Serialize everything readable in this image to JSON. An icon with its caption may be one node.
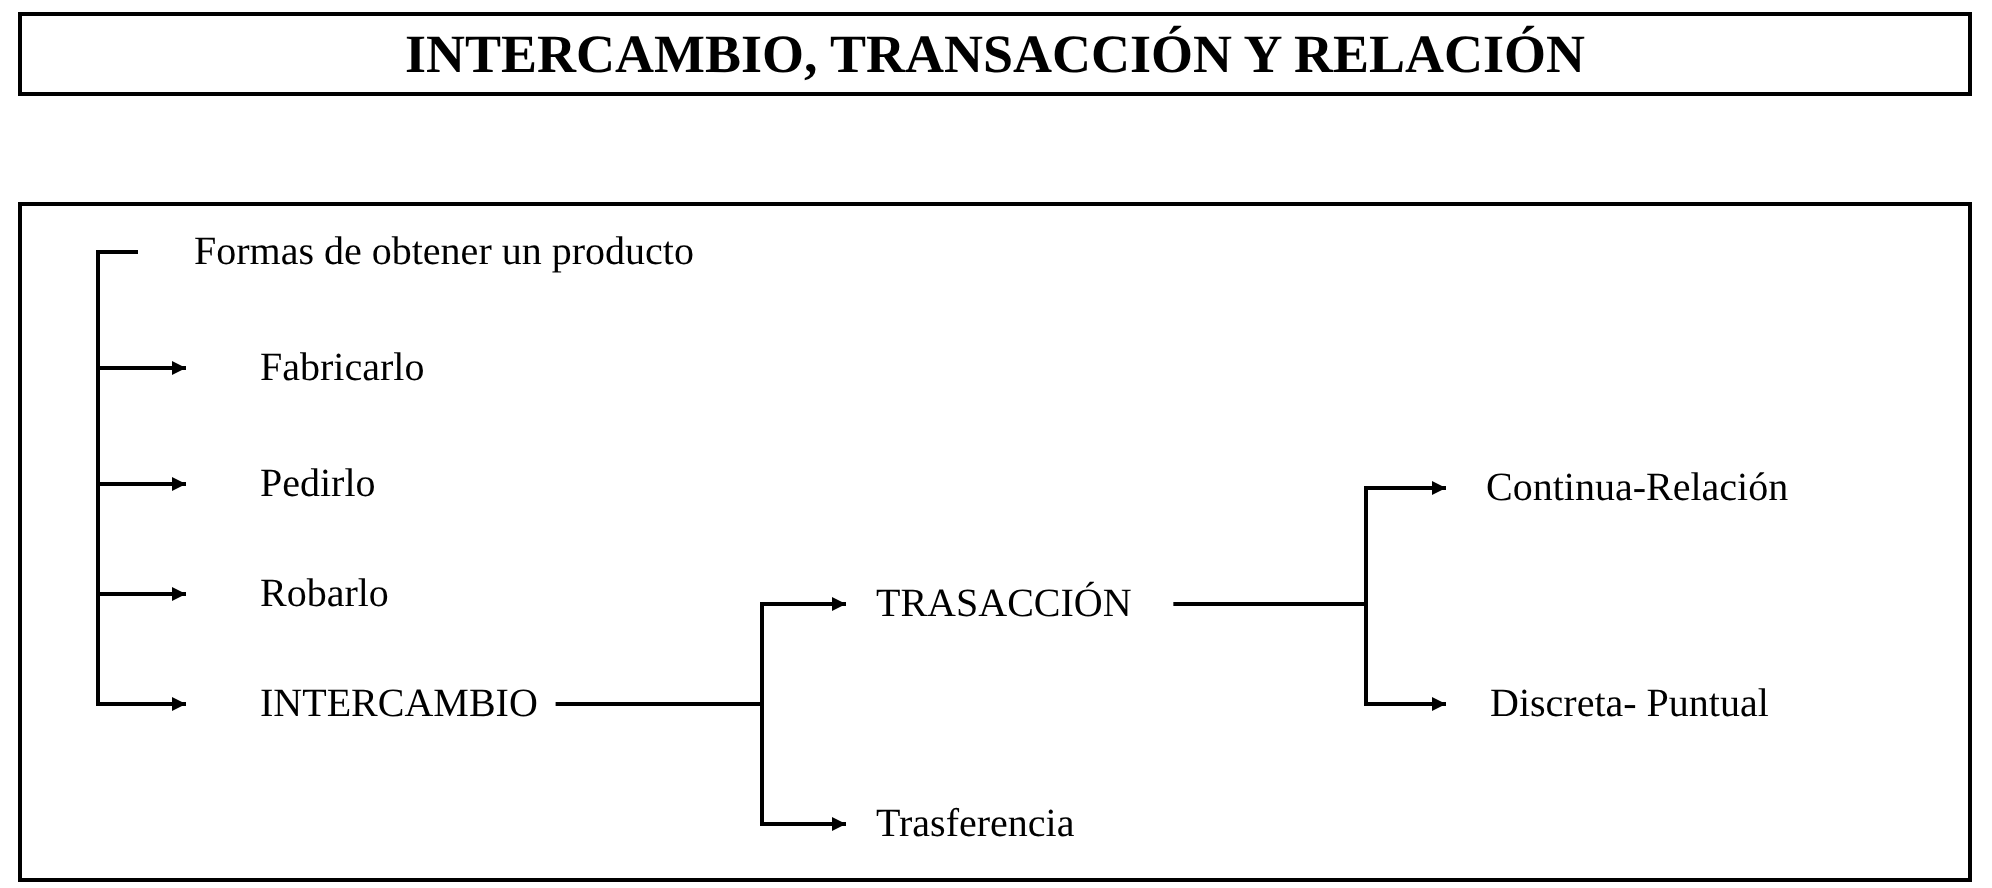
{
  "diagram": {
    "title": "INTERCAMBIO, TRANSACCIÓN Y RELACIÓN",
    "nodes": [
      {
        "text": [
          "Formas de obtener un producto"
        ]
      },
      {
        "text": [
          "Fabricarlo"
        ]
      },
      {
        "text": [
          "Pedirlo"
        ]
      },
      {
        "text": [
          "Robarlo"
        ]
      },
      {
        "text": [
          "INTERCAMBIO"
        ]
      },
      {
        "text": [
          "TRASACCIÓN"
        ]
      },
      {
        "text": [
          "Trasferencia"
        ]
      },
      {
        "text": [
          "Continua-Relación"
        ]
      },
      {
        "text": [
          "Discreta- Puntual"
        ]
      }
    ],
    "edges": [
      {
        "from": 0,
        "to": 1,
        "arrow": "to"
      },
      {
        "from": 0,
        "to": 2,
        "arrow": "to"
      },
      {
        "from": 0,
        "to": 3,
        "arrow": "to"
      },
      {
        "from": 0,
        "to": 4,
        "arrow": "to"
      },
      {
        "from": 4,
        "to": 5,
        "arrow": "to"
      },
      {
        "from": 4,
        "to": 6,
        "arrow": "to"
      },
      {
        "from": 5,
        "to": 7,
        "arrow": "to"
      },
      {
        "from": 5,
        "to": 8,
        "arrow": "to"
      }
    ]
  }
}
